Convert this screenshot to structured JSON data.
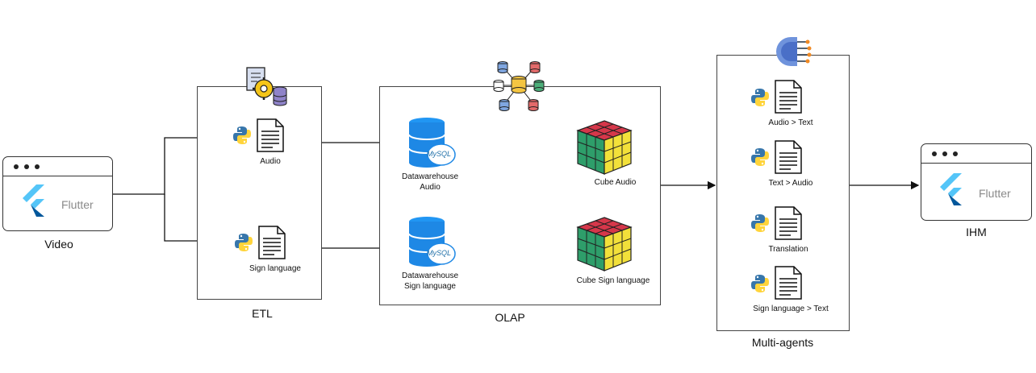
{
  "source": {
    "app_text": "Flutter",
    "label": "Video"
  },
  "etl": {
    "label": "ETL",
    "items": [
      {
        "label": "Audio"
      },
      {
        "label": "Sign language"
      }
    ]
  },
  "olap": {
    "label": "OLAP",
    "warehouses": [
      {
        "line1": "Datawarehouse",
        "line2": "Audio",
        "db_badge": "MySQL"
      },
      {
        "line1": "Datawarehouse",
        "line2": "Sign language",
        "db_badge": "MySQL"
      }
    ],
    "cubes": [
      {
        "label": "Cube Audio"
      },
      {
        "label": "Cube Sign language"
      }
    ]
  },
  "agents": {
    "label": "Multi-agents",
    "items": [
      {
        "label": "Audio > Text"
      },
      {
        "label": "Text > Audio"
      },
      {
        "label": "Translation"
      },
      {
        "label": "Sign language > Text"
      }
    ]
  },
  "output": {
    "app_text": "Flutter",
    "label": "IHM"
  },
  "colors": {
    "python_blue": "#3776ab",
    "python_yellow": "#ffd43b",
    "db_blue": "#1e88e5",
    "flutter_light": "#54c5f8",
    "flutter_dark": "#01579b"
  }
}
